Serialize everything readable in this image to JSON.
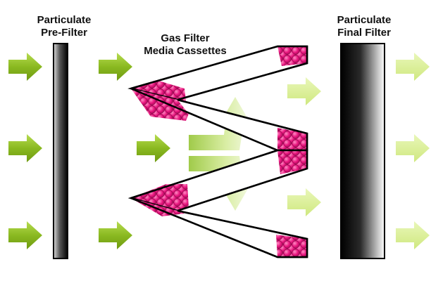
{
  "labels": {
    "pre_filter": [
      "Particulate",
      "Pre-Filter"
    ],
    "gas_filter": [
      "Gas Filter",
      "Media Cassettes"
    ],
    "final_filter": [
      "Particulate",
      "Final Filter"
    ]
  },
  "colors": {
    "arrow_dark": "#7fac16",
    "arrow_dark_top": "#a8d23c",
    "arrow_light": "#d7ef8f",
    "media_pink": "#e8157e",
    "media_pink_light": "#f56aa8",
    "media_outline": "#9b0b51",
    "filter_dark": "#000000",
    "split_arrow": "#e7f4c0"
  },
  "icons": {
    "inflow_arrow": "arrow-right-icon",
    "outflow_arrow": "arrow-right-icon",
    "split_arrow": "split-arrow-icon"
  }
}
